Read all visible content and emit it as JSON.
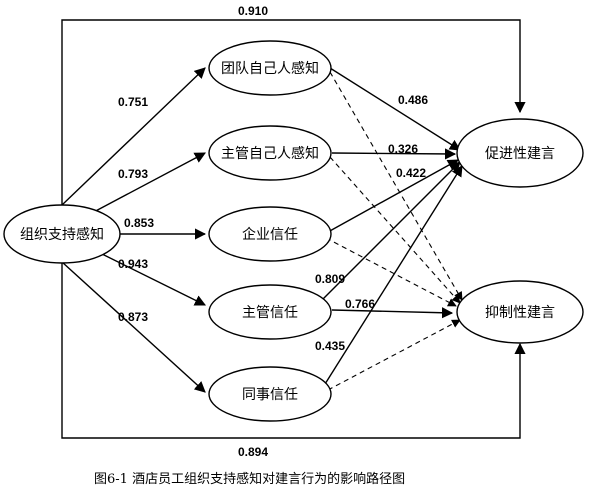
{
  "nodes": {
    "source": "组织支持感知",
    "m1": "团队自己人感知",
    "m2": "主管自己人感知",
    "m3": "企业信任",
    "m4": "主管信任",
    "m5": "同事信任",
    "o1": "促进性建言",
    "o2": "抑制性建言"
  },
  "coefficients": {
    "top_direct": "0.910",
    "bottom_direct": "0.894",
    "src_m1": "0.751",
    "src_m2": "0.793",
    "src_m3": "0.853",
    "src_m4": "0.943",
    "src_m5": "0.873",
    "m1_o1": "0.486",
    "m2_o1": "0.326",
    "m3_o1": "0.422",
    "m4_o1": "0.809",
    "m4_o2": "0.766",
    "m5_o1": "0.435"
  },
  "caption": "图6-1 酒店员工组织支持感知对建言行为的影响路径图",
  "colors": {
    "stroke": "#000000",
    "background": "#ffffff"
  }
}
